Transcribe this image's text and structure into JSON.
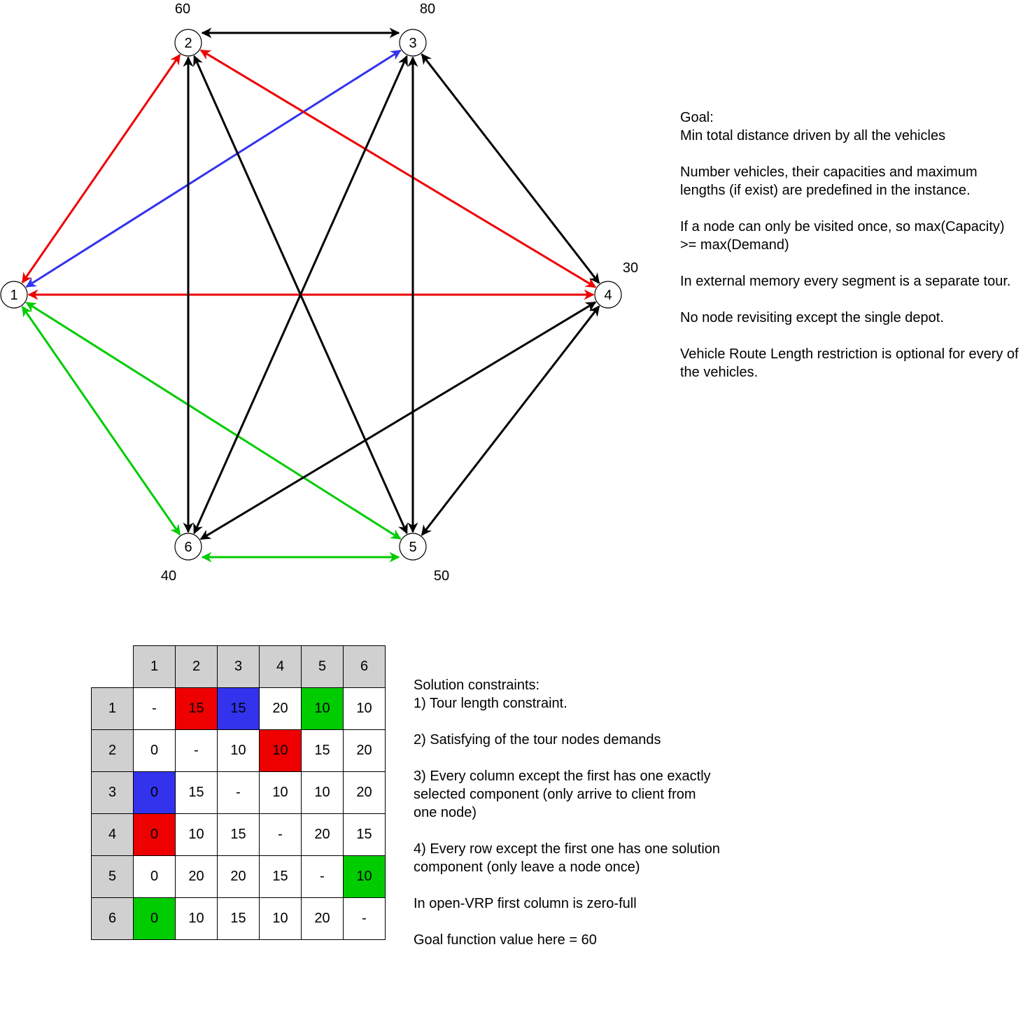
{
  "colors": {
    "red": "#ee0000",
    "blue": "#3333ee",
    "green": "#00cc00",
    "black": "#000000",
    "header_gray": "#d0d0d0"
  },
  "graph": {
    "nodes": [
      {
        "id": "1",
        "label": "1",
        "demand": ""
      },
      {
        "id": "2",
        "label": "2",
        "demand": "60"
      },
      {
        "id": "3",
        "label": "3",
        "demand": "80"
      },
      {
        "id": "4",
        "label": "4",
        "demand": "30"
      },
      {
        "id": "5",
        "label": "5",
        "demand": "50"
      },
      {
        "id": "6",
        "label": "6",
        "demand": "40"
      }
    ],
    "edges": [
      {
        "from": "2",
        "to": "3",
        "color": "black"
      },
      {
        "from": "1",
        "to": "2",
        "color": "red"
      },
      {
        "from": "1",
        "to": "3",
        "color": "blue"
      },
      {
        "from": "1",
        "to": "4",
        "color": "red"
      },
      {
        "from": "2",
        "to": "4",
        "color": "red"
      },
      {
        "from": "1",
        "to": "6",
        "color": "green"
      },
      {
        "from": "1",
        "to": "5",
        "color": "green"
      },
      {
        "from": "6",
        "to": "5",
        "color": "green"
      },
      {
        "from": "2",
        "to": "6",
        "color": "black"
      },
      {
        "from": "2",
        "to": "5",
        "color": "black"
      },
      {
        "from": "3",
        "to": "6",
        "color": "black"
      },
      {
        "from": "3",
        "to": "5",
        "color": "black"
      },
      {
        "from": "3",
        "to": "4",
        "color": "black"
      },
      {
        "from": "4",
        "to": "6",
        "color": "black"
      },
      {
        "from": "4",
        "to": "5",
        "color": "black"
      }
    ]
  },
  "goal_notes": [
    "Goal:\nMin total distance driven by all the vehicles",
    "Number vehicles, their capacities and maximum lengths (if exist) are predefined in the instance.",
    "If a node can only be visited once, so max(Capacity) >= max(Demand)",
    "In external memory every segment is a separate tour.",
    "No node revisiting except the single depot.",
    "Vehicle Route Length restriction is optional for every of the vehicles."
  ],
  "matrix": {
    "col_headers": [
      "1",
      "2",
      "3",
      "4",
      "5",
      "6"
    ],
    "rows": [
      {
        "header": "1",
        "cells": [
          {
            "v": "-",
            "c": ""
          },
          {
            "v": "15",
            "c": "red"
          },
          {
            "v": "15",
            "c": "blue"
          },
          {
            "v": "20",
            "c": ""
          },
          {
            "v": "10",
            "c": "green"
          },
          {
            "v": "10",
            "c": ""
          }
        ]
      },
      {
        "header": "2",
        "cells": [
          {
            "v": "0",
            "c": ""
          },
          {
            "v": "-",
            "c": ""
          },
          {
            "v": "10",
            "c": ""
          },
          {
            "v": "10",
            "c": "red"
          },
          {
            "v": "15",
            "c": ""
          },
          {
            "v": "20",
            "c": ""
          }
        ]
      },
      {
        "header": "3",
        "cells": [
          {
            "v": "0",
            "c": "blue"
          },
          {
            "v": "15",
            "c": ""
          },
          {
            "v": "-",
            "c": ""
          },
          {
            "v": "10",
            "c": ""
          },
          {
            "v": "10",
            "c": ""
          },
          {
            "v": "20",
            "c": ""
          }
        ]
      },
      {
        "header": "4",
        "cells": [
          {
            "v": "0",
            "c": "red"
          },
          {
            "v": "10",
            "c": ""
          },
          {
            "v": "15",
            "c": ""
          },
          {
            "v": "-",
            "c": ""
          },
          {
            "v": "20",
            "c": ""
          },
          {
            "v": "15",
            "c": ""
          }
        ]
      },
      {
        "header": "5",
        "cells": [
          {
            "v": "0",
            "c": ""
          },
          {
            "v": "20",
            "c": ""
          },
          {
            "v": "20",
            "c": ""
          },
          {
            "v": "15",
            "c": ""
          },
          {
            "v": "-",
            "c": ""
          },
          {
            "v": "10",
            "c": "green"
          }
        ]
      },
      {
        "header": "6",
        "cells": [
          {
            "v": "0",
            "c": "green"
          },
          {
            "v": "10",
            "c": ""
          },
          {
            "v": "15",
            "c": ""
          },
          {
            "v": "10",
            "c": ""
          },
          {
            "v": "20",
            "c": ""
          },
          {
            "v": "-",
            "c": ""
          }
        ]
      }
    ]
  },
  "constraints": [
    "Solution constraints:\n1) Tour length constraint.",
    "2) Satisfying of the tour nodes demands",
    "3) Every column except the first has one exactly selected component (only arrive to client from one node)",
    "4) Every row except the first one has one solution component (only leave a node once)",
    "In open-VRP first column is zero-full",
    "Goal function value here = 60"
  ]
}
